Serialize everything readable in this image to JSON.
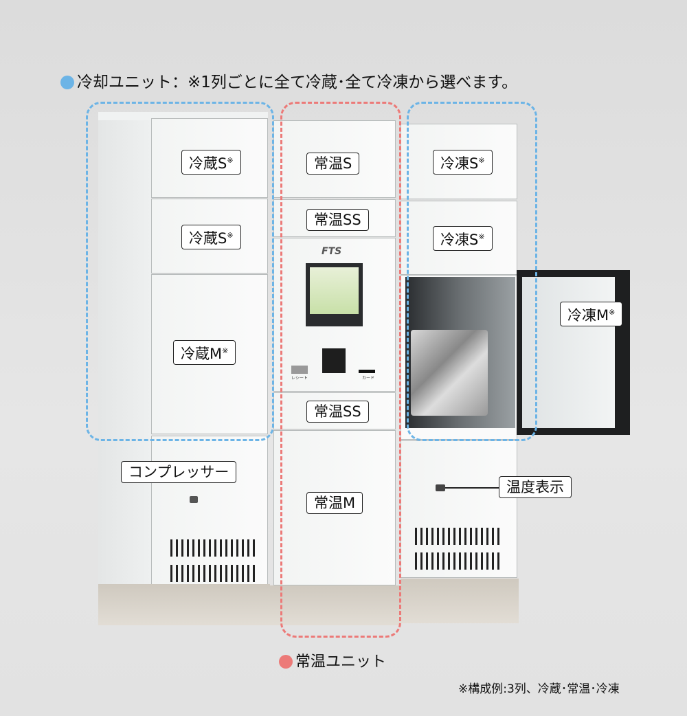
{
  "header": {
    "text": "冷却ユニット：※1列ごとに全て冷蔵･全て冷凍から選べます。"
  },
  "colors": {
    "cooling": "#6cb4e6",
    "ambient": "#ec7a78"
  },
  "labels": {
    "left": [
      "冷蔵S",
      "冷蔵S",
      "冷蔵M"
    ],
    "middle": [
      "常温S",
      "常温SS",
      "常温SS",
      "常温M"
    ],
    "right": [
      "冷凍S",
      "冷凍S",
      "冷凍M"
    ],
    "mark": "※",
    "compressor": "コンプレッサー",
    "temp_display": "温度表示"
  },
  "kiosk": {
    "brand": "FTS",
    "receipt": "レシート",
    "card": "カード"
  },
  "footer": {
    "ambient_unit": "常温ユニット",
    "note": "※構成例:3列、冷蔵･常温･冷凍"
  }
}
